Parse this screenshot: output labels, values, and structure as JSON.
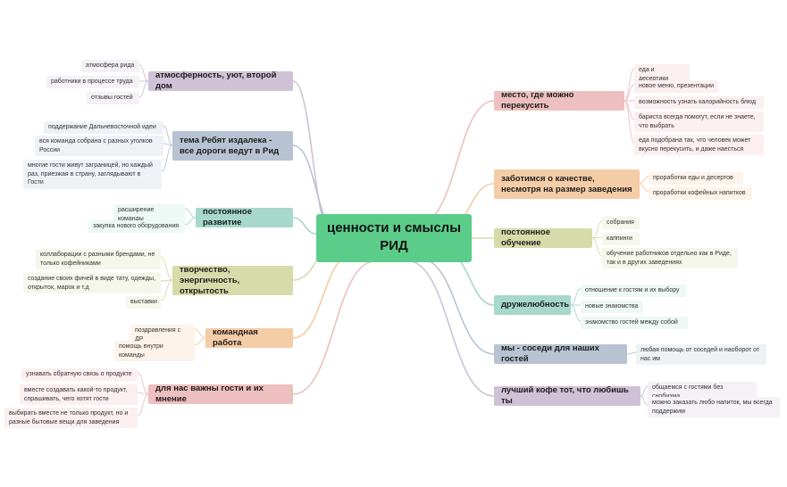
{
  "center": {
    "text": "ценности и смыслы РИД",
    "color": "#5ccc8a"
  },
  "left_topics": [
    {
      "label": "атмосферность, уют, второй дом",
      "leaves": [
        "атмосфера рида",
        "работники в процессе труда",
        "отзывы гостей"
      ]
    },
    {
      "label": "тема Ребят издалека - все дороги ведут в Рид",
      "leaves": [
        "поддержание Дальневосточной идеи",
        "вся команда собрана с разных уголков России",
        "многие гости живут заграницей, но каждый раз, приезжая в страну, заглядывают в Гости"
      ]
    },
    {
      "label": "постоянное развитие",
      "leaves": [
        "расширение команды",
        "закупка нового оборудования"
      ]
    },
    {
      "label": "творчество, энергичность, открытость",
      "leaves": [
        "коллаборации с разными брендами, не только кофейниками",
        "создание своих фичей в виде тату, одежды, открыток, марок и т.д",
        "выставки"
      ]
    },
    {
      "label": "командная работа",
      "leaves": [
        "поздравления с ДР",
        "помощь внутри команды"
      ]
    },
    {
      "label": "для нас важны гости и их мнение",
      "leaves": [
        "узнавать обратную связь о продукте",
        "вместе создавать какой-то продукт, спрашивать, чего хотят гости",
        "выбирать вместе не только продукт, но и разные бытовые вещи для заведения"
      ]
    }
  ],
  "right_topics": [
    {
      "label": "место, где можно перекусить",
      "leaves": [
        "еда и десертики",
        "новое меню, презентации",
        "возможность узнать калорийность блюд",
        "бариста всегда помогут, если не знаете, что выбрать",
        "еда подобрана так, что человек может вкусно перекусить, и даже наесться"
      ]
    },
    {
      "label": "заботимся о качестве, несмотря на размер заведения",
      "leaves": [
        "проработки еды и десертов",
        "проработки кофейных напитков"
      ]
    },
    {
      "label": "постоянное обучение",
      "leaves": [
        "собрания",
        "каппинги",
        "обучение работников отдельно как в Риде, так и в других заведениях"
      ]
    },
    {
      "label": "дружелюбность",
      "leaves": [
        "отношение к гостям и их выбору",
        "новые знакомства",
        "знакомство гостей между собой"
      ]
    },
    {
      "label": "мы - соседи для наших гостей",
      "leaves": [
        "любая помощь от соседей и наоборот от нас им"
      ]
    },
    {
      "label": "лучший кофе тот, что любишь ты",
      "leaves": [
        "общаемся с гостями без снобизма",
        "можно заказать любо напиток, мы всегда поддержим"
      ]
    }
  ],
  "colors": {
    "purple": "#cfc2d6",
    "blue": "#b7c3d2",
    "teal": "#a6d8cc",
    "olive": "#d7dbaa",
    "orange": "#f4cca6",
    "red": "#eebfbf"
  }
}
